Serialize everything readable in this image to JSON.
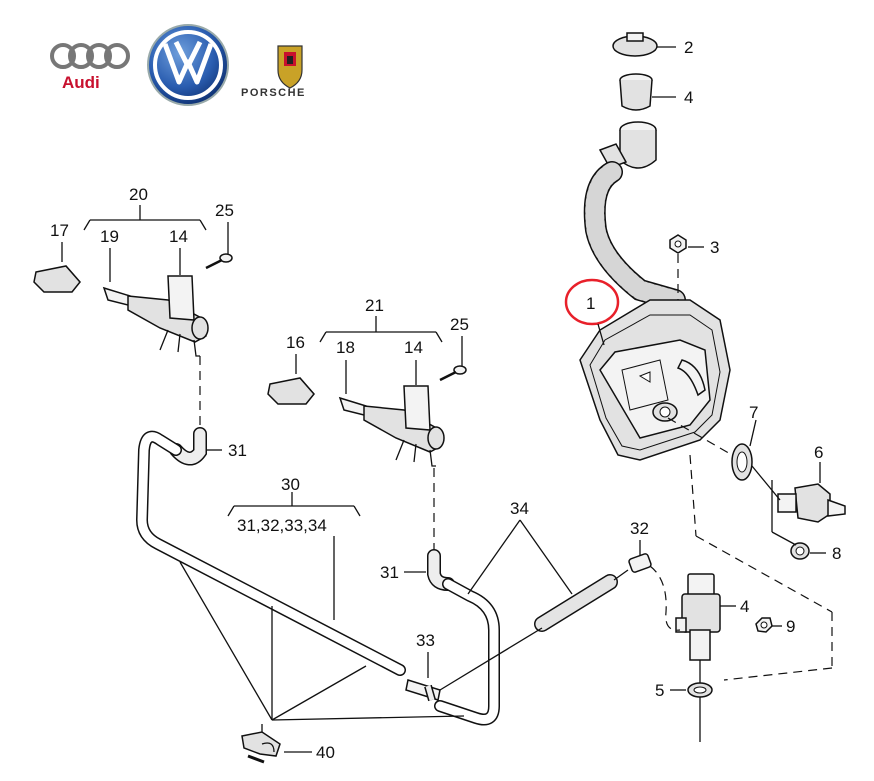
{
  "brands": {
    "audi": "Audi",
    "porsche": "PORSCHE"
  },
  "highlight": {
    "label": "1",
    "color": "#e8202a"
  },
  "parts": {
    "p2": "2",
    "p4_top": "4",
    "p3": "3",
    "p7": "7",
    "p6": "6",
    "p8": "8",
    "p32": "32",
    "p4_pump": "4",
    "p9": "9",
    "p5": "5",
    "p20": "20",
    "p17": "17",
    "p19_a": "19",
    "p14_a": "14",
    "p25_a": "25",
    "p21": "21",
    "p16": "16",
    "p18": "18",
    "p14_b": "14",
    "p25_b": "25",
    "p31_a": "31",
    "p31_b": "31",
    "p30": "30",
    "p30_sub": "31,32,33,34",
    "p34": "34",
    "p33": "33",
    "p40": "40"
  }
}
